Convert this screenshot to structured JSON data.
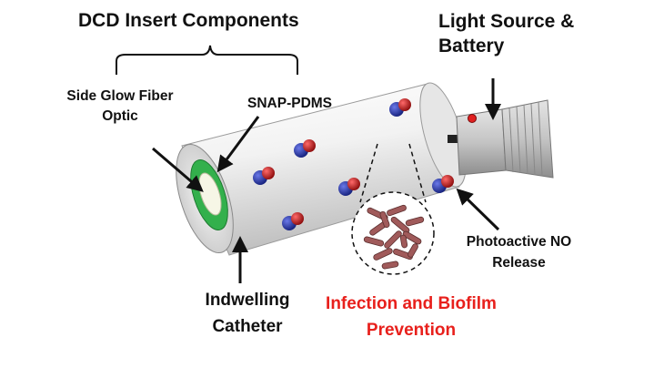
{
  "labels": {
    "title": "DCD Insert Components",
    "light_source": "Light Source & Battery",
    "side_glow_fiber": "Side Glow Fiber Optic",
    "snap_pdms": "SNAP-PDMS",
    "photoactive_release": "Photoactive NO Release",
    "indwelling_catheter": "Indwelling Catheter",
    "infection_prevention": "Infection and Biofilm Prevention"
  },
  "colors": {
    "text": "#111111",
    "highlight_text": "#e8201c",
    "catheter_body": "#d9d9d9",
    "fiber_core": "#f6f6e6",
    "snap_layer": "#33b04c",
    "no_nitrogen": "#1f2fa8",
    "no_oxygen": "#d11a1a",
    "bacteria": "#a05a5a",
    "light_source_body": "#bdbdbd"
  },
  "icons": {
    "molecule": "no-molecule-icon",
    "bacteria": "bacteria-icon",
    "arrow": "arrow-icon",
    "brace": "brace-icon"
  }
}
